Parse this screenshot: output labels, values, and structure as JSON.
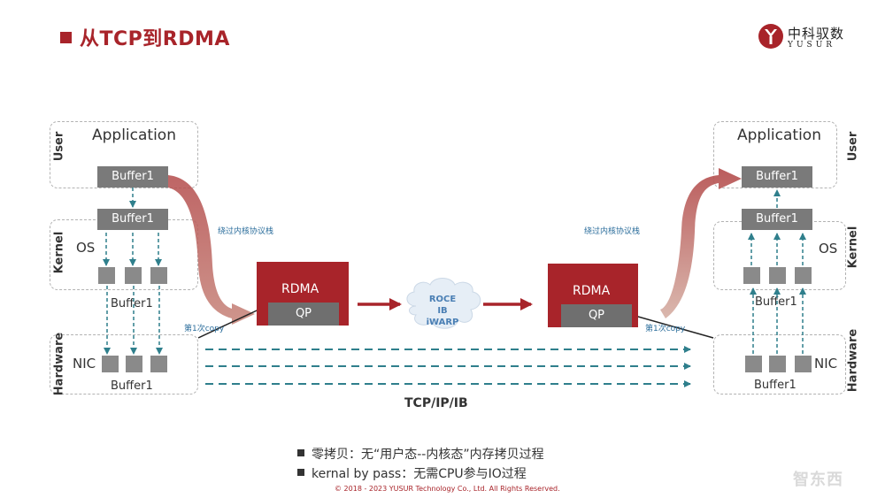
{
  "header": {
    "title": "从TCP到RDMA",
    "logo_cn": "中科驭数",
    "logo_en": "YUSUR"
  },
  "layers": {
    "user": "User",
    "kernel": "Kernel",
    "hardware": "Hardware"
  },
  "left": {
    "application": "Application",
    "user_buffer": "Buffer1",
    "kernel_buffer": "Buffer1",
    "os": "OS",
    "kernel_small_buffer": "Buffer1",
    "nic": "NIC",
    "nic_buffer": "Buffer1"
  },
  "right": {
    "application": "Application",
    "user_buffer": "Buffer1",
    "kernel_buffer": "Buffer1",
    "os": "OS",
    "kernel_small_buffer": "Buffer1",
    "nic": "NIC",
    "nic_buffer": "Buffer1"
  },
  "rdma": {
    "left_label": "RDMA",
    "left_qp": "QP",
    "right_label": "RDMA",
    "right_qp": "QP"
  },
  "network": {
    "line1": "ROCE",
    "line2": "IB",
    "line3": "iWARP"
  },
  "notes": {
    "bypass_left": "绕过内核协议栈",
    "bypass_right": "绕过内核协议栈",
    "copy_left": "第1次copy",
    "copy_right": "第1次copy"
  },
  "protocol_label": "TCP/IP/IB",
  "bullets": [
    "零拷贝：无“用户态--内核态”内存拷贝过程",
    "kernal by pass：无需CPU参与IO过程"
  ],
  "footer": {
    "copyright": "© 2018 - 2023 YUSUR Technology Co., Ltd. All Rights Reserved."
  },
  "watermark": "智东西",
  "colors": {
    "brand_red": "#a8242a",
    "teal": "#2f7f8c",
    "gray_box": "#7a7a7a"
  }
}
